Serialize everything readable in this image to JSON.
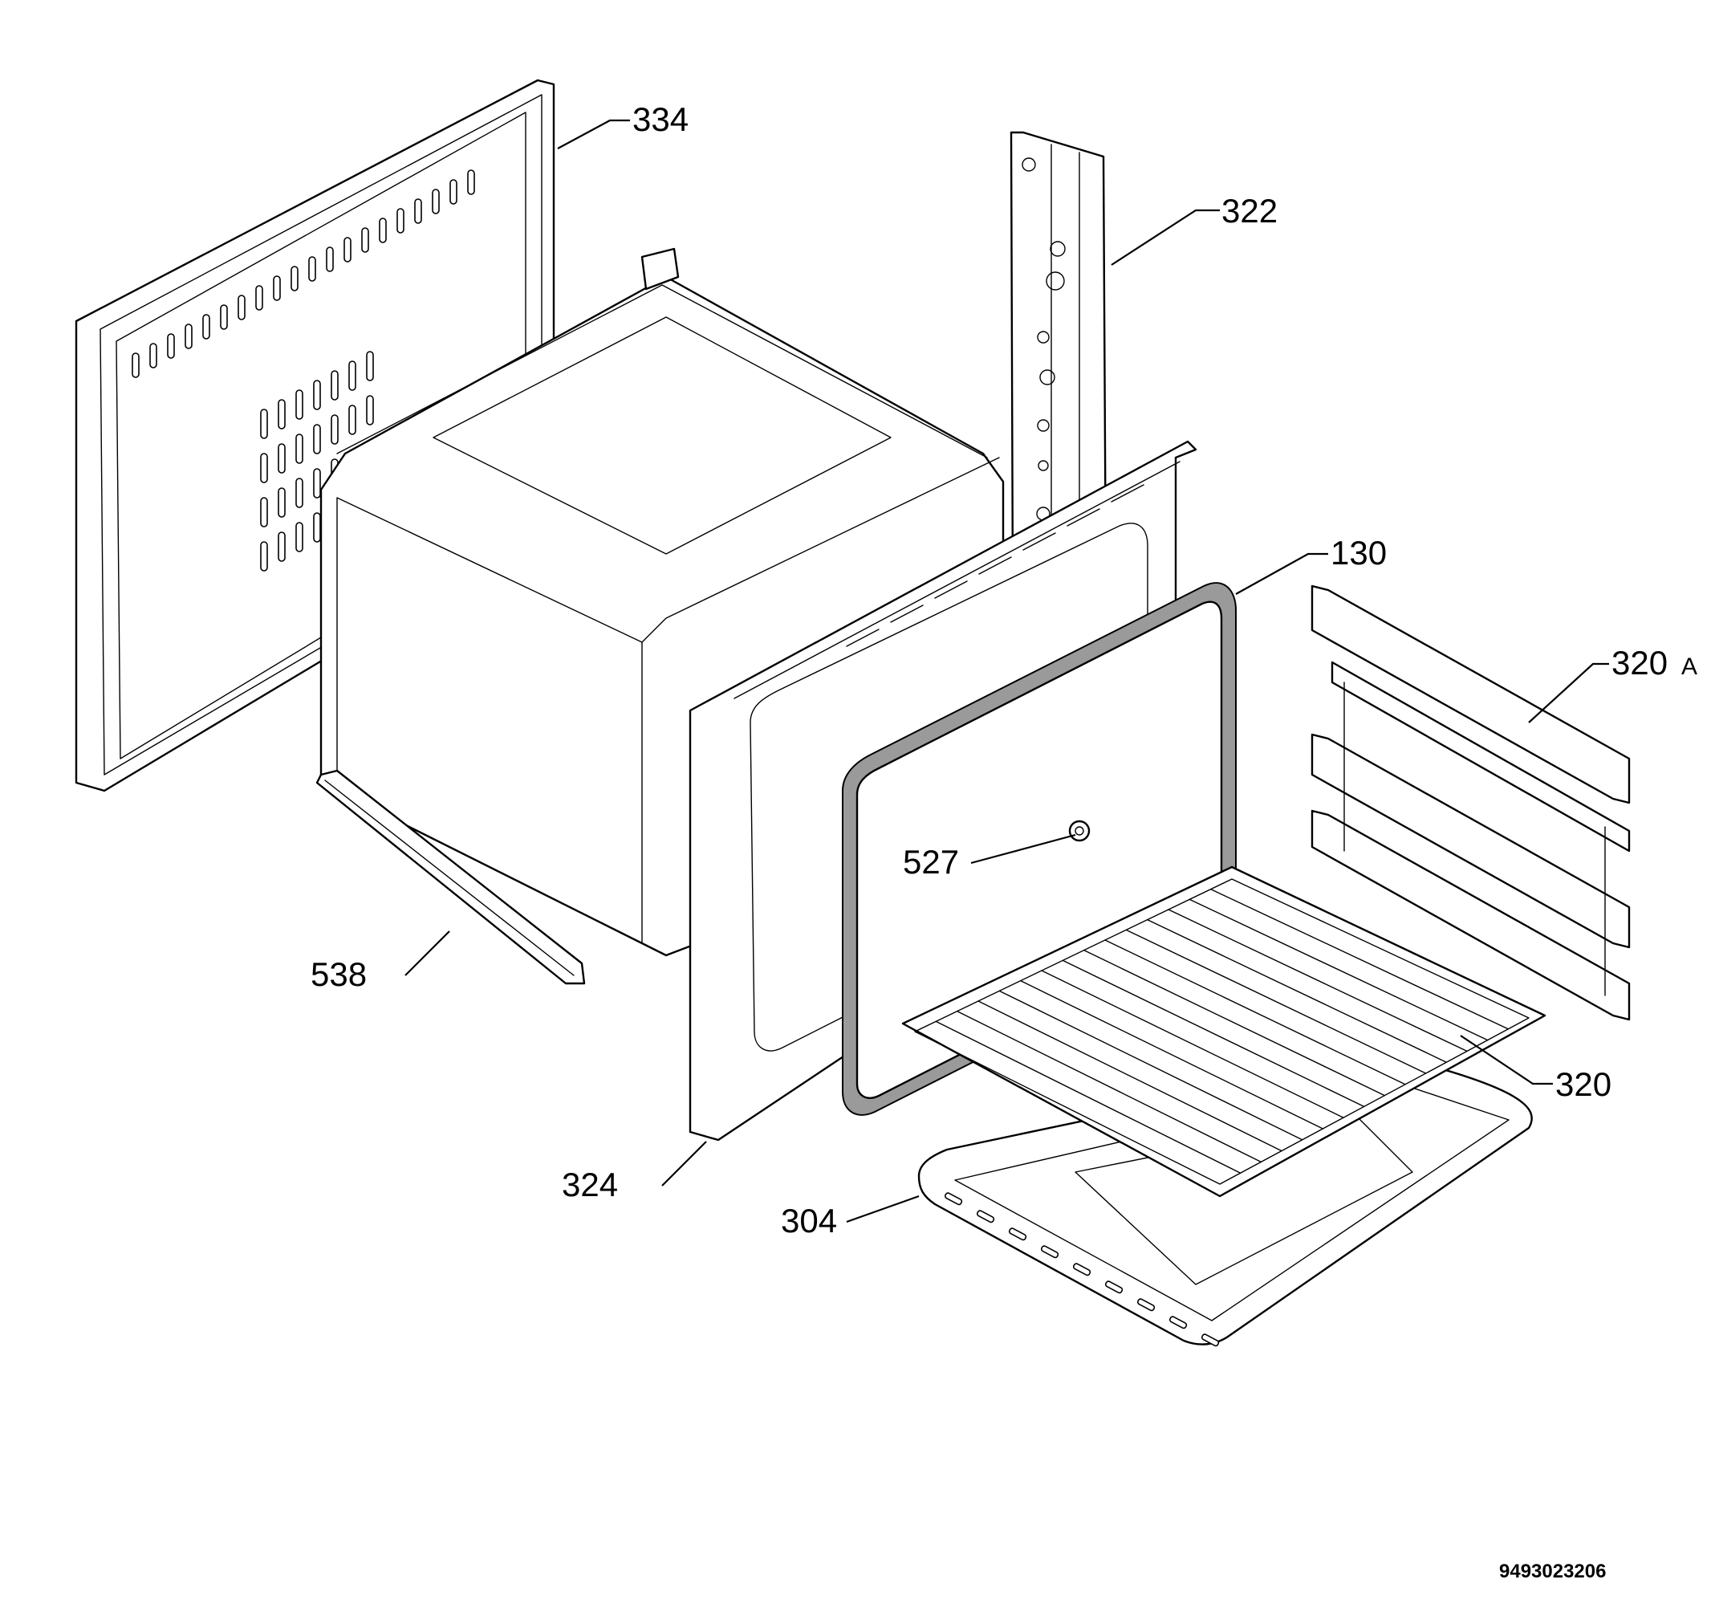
{
  "parts": {
    "p334": "334",
    "p322": "322",
    "p130": "130",
    "p320a_num": "320",
    "p320a_suffix": "A",
    "p527": "527",
    "p538": "538",
    "p320": "320",
    "p324": "324",
    "p304": "304"
  },
  "document_id": "9493023206"
}
